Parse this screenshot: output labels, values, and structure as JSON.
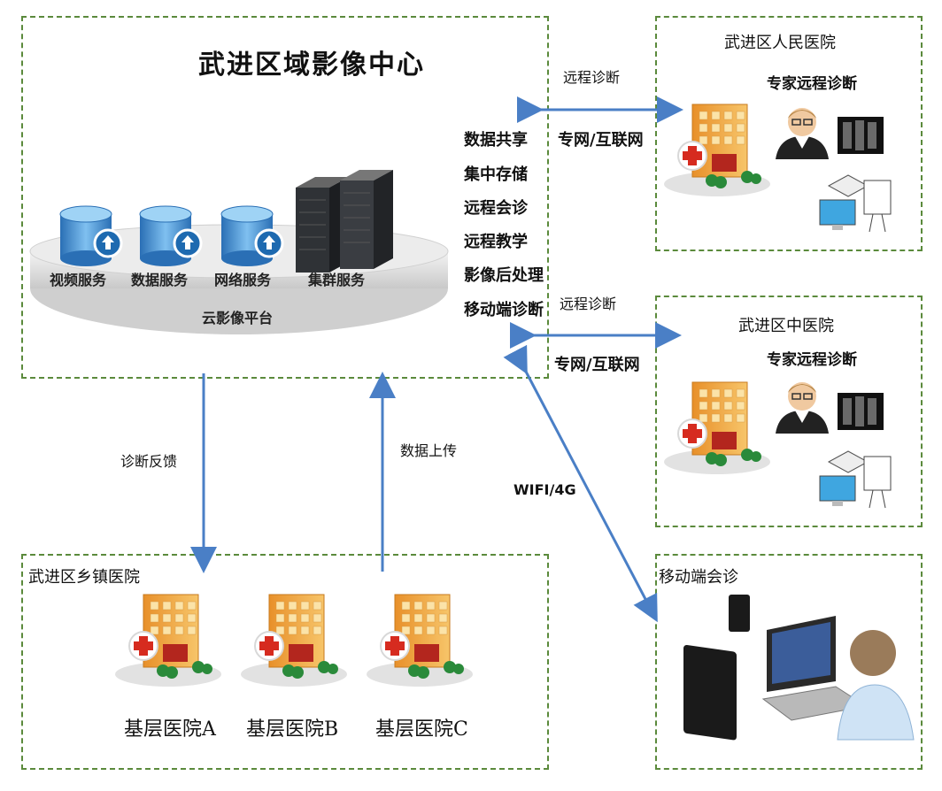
{
  "center": {
    "title": "武进区域影像中心",
    "services": [
      "视频服务",
      "数据服务",
      "网络服务",
      "集群服务"
    ],
    "platform": "云影像平台",
    "features": [
      "数据共享",
      "集中存储",
      "远程会诊",
      "远程教学",
      "影像后处理",
      "移动端诊断"
    ]
  },
  "hospital1": {
    "name": "武进区人民医院",
    "subtitle": "专家远程诊断"
  },
  "hospital2": {
    "name": "武进区中医院",
    "subtitle": "专家远程诊断"
  },
  "mobile": {
    "name": "移动端会诊"
  },
  "township": {
    "name": "武进区乡镇医院",
    "hospitals": [
      "基层医院A",
      "基层医院B",
      "基层医院C"
    ]
  },
  "links": {
    "remote_diag_1": "远程诊断",
    "network_1": "专网/互联网",
    "remote_diag_2": "远程诊断",
    "network_2": "专网/互联网",
    "wifi": "WIFI/4G",
    "feedback": "诊断反馈",
    "upload": "数据上传"
  },
  "colors": {
    "border": "#5b8a3c",
    "arrow": "#4a7fc6",
    "building": "#f0a93a"
  }
}
